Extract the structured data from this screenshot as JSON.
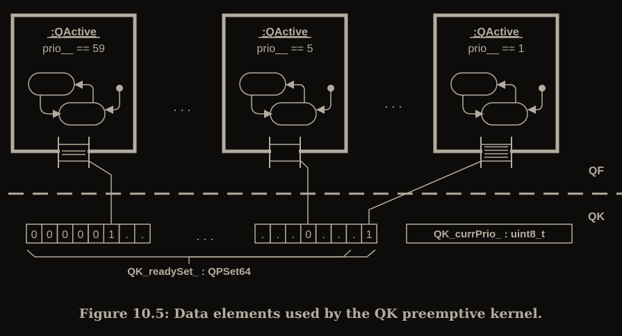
{
  "actives": [
    {
      "title": ":QActive",
      "prio": "prio__ == 59",
      "queue_fill": 2
    },
    {
      "title": ":QActive",
      "prio": "prio__ == 5",
      "queue_fill": 0
    },
    {
      "title": ":QActive",
      "prio": "prio__ == 1",
      "queue_fill": 4
    }
  ],
  "ellipsis": ". . .",
  "layers": {
    "qf": "QF",
    "qk": "QK"
  },
  "ready_set": {
    "left_bits": [
      "0",
      "0",
      "0",
      "0",
      "0",
      "1",
      ".",
      "."
    ],
    "right_bits": [
      ".",
      ".",
      ".",
      "0",
      ".",
      ".",
      ".",
      "1"
    ],
    "label": "QK_readySet_ : QPSet64"
  },
  "curr_prio": "QK_currPrio_ : uint8_t",
  "caption": "Figure 10.5: Data elements used by the QK preemptive kernel.",
  "colors": {
    "fg": "#b3ad9f",
    "bg": "#0e0c0b"
  }
}
